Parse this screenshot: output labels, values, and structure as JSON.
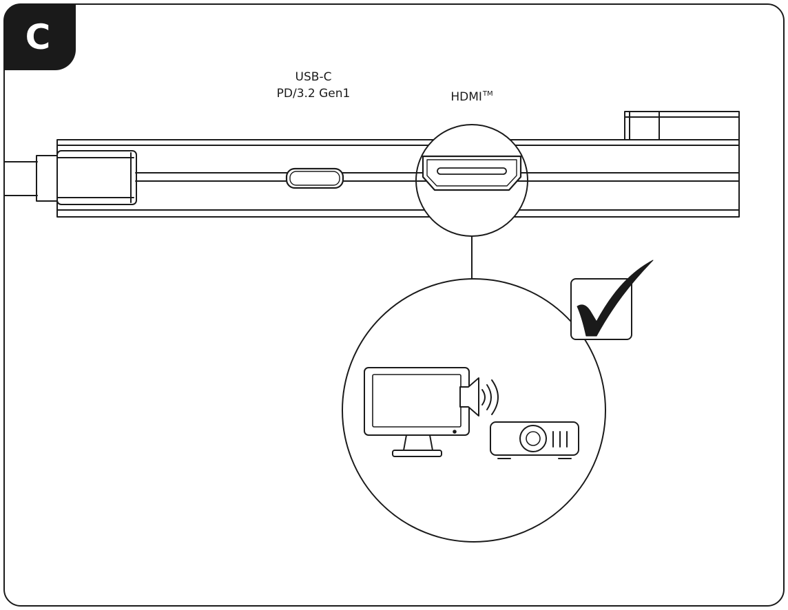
{
  "step_label": "C",
  "ports": {
    "usb_c": {
      "line1": "USB-C",
      "line2": "PD/3.2 Gen1"
    },
    "hdmi": {
      "label": "HDMI",
      "trademark": "TM"
    }
  },
  "status": {
    "supported": true,
    "mark_icon": "checkmark-icon"
  },
  "compatible_devices": [
    "monitor-with-audio-icon",
    "projector-icon"
  ],
  "colors": {
    "line": "#1a1a1a",
    "badge_bg": "#1a1a1a",
    "badge_text": "#ffffff",
    "background": "#ffffff"
  }
}
